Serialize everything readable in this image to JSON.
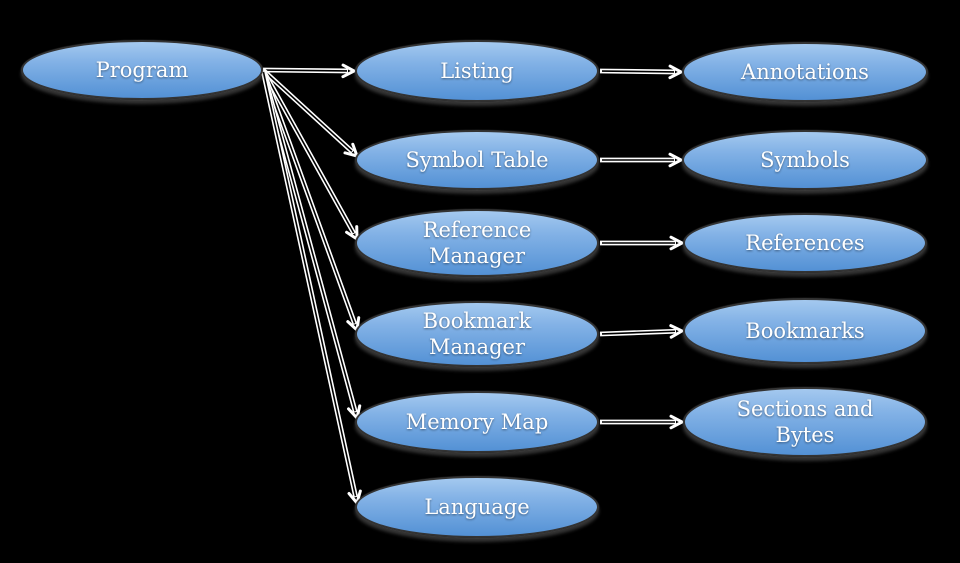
{
  "diagram": {
    "background_color": "#000000",
    "node_fill_top": "#a4c9ef",
    "node_fill_bottom": "#5391d5",
    "node_border_color": "#333333",
    "node_text_color": "#ffffff",
    "arrow_color": "#ffffff",
    "nodes": [
      {
        "id": "program",
        "label": "Program"
      },
      {
        "id": "listing",
        "label": "Listing"
      },
      {
        "id": "symbol_table",
        "label": "Symbol Table"
      },
      {
        "id": "reference_manager",
        "label": "Reference Manager"
      },
      {
        "id": "bookmark_manager",
        "label": "Bookmark Manager"
      },
      {
        "id": "memory_map",
        "label": "Memory Map"
      },
      {
        "id": "language",
        "label": "Language"
      },
      {
        "id": "annotations",
        "label": "Annotations"
      },
      {
        "id": "symbols",
        "label": "Symbols"
      },
      {
        "id": "references",
        "label": "References"
      },
      {
        "id": "bookmarks",
        "label": "Bookmarks"
      },
      {
        "id": "sections_and_bytes",
        "label": "Sections and Bytes"
      }
    ],
    "edges": [
      {
        "from": "program",
        "to": "listing"
      },
      {
        "from": "program",
        "to": "symbol_table"
      },
      {
        "from": "program",
        "to": "reference_manager"
      },
      {
        "from": "program",
        "to": "bookmark_manager"
      },
      {
        "from": "program",
        "to": "memory_map"
      },
      {
        "from": "program",
        "to": "language"
      },
      {
        "from": "listing",
        "to": "annotations"
      },
      {
        "from": "symbol_table",
        "to": "symbols"
      },
      {
        "from": "reference_manager",
        "to": "references"
      },
      {
        "from": "bookmark_manager",
        "to": "bookmarks"
      },
      {
        "from": "memory_map",
        "to": "sections_and_bytes"
      }
    ]
  }
}
